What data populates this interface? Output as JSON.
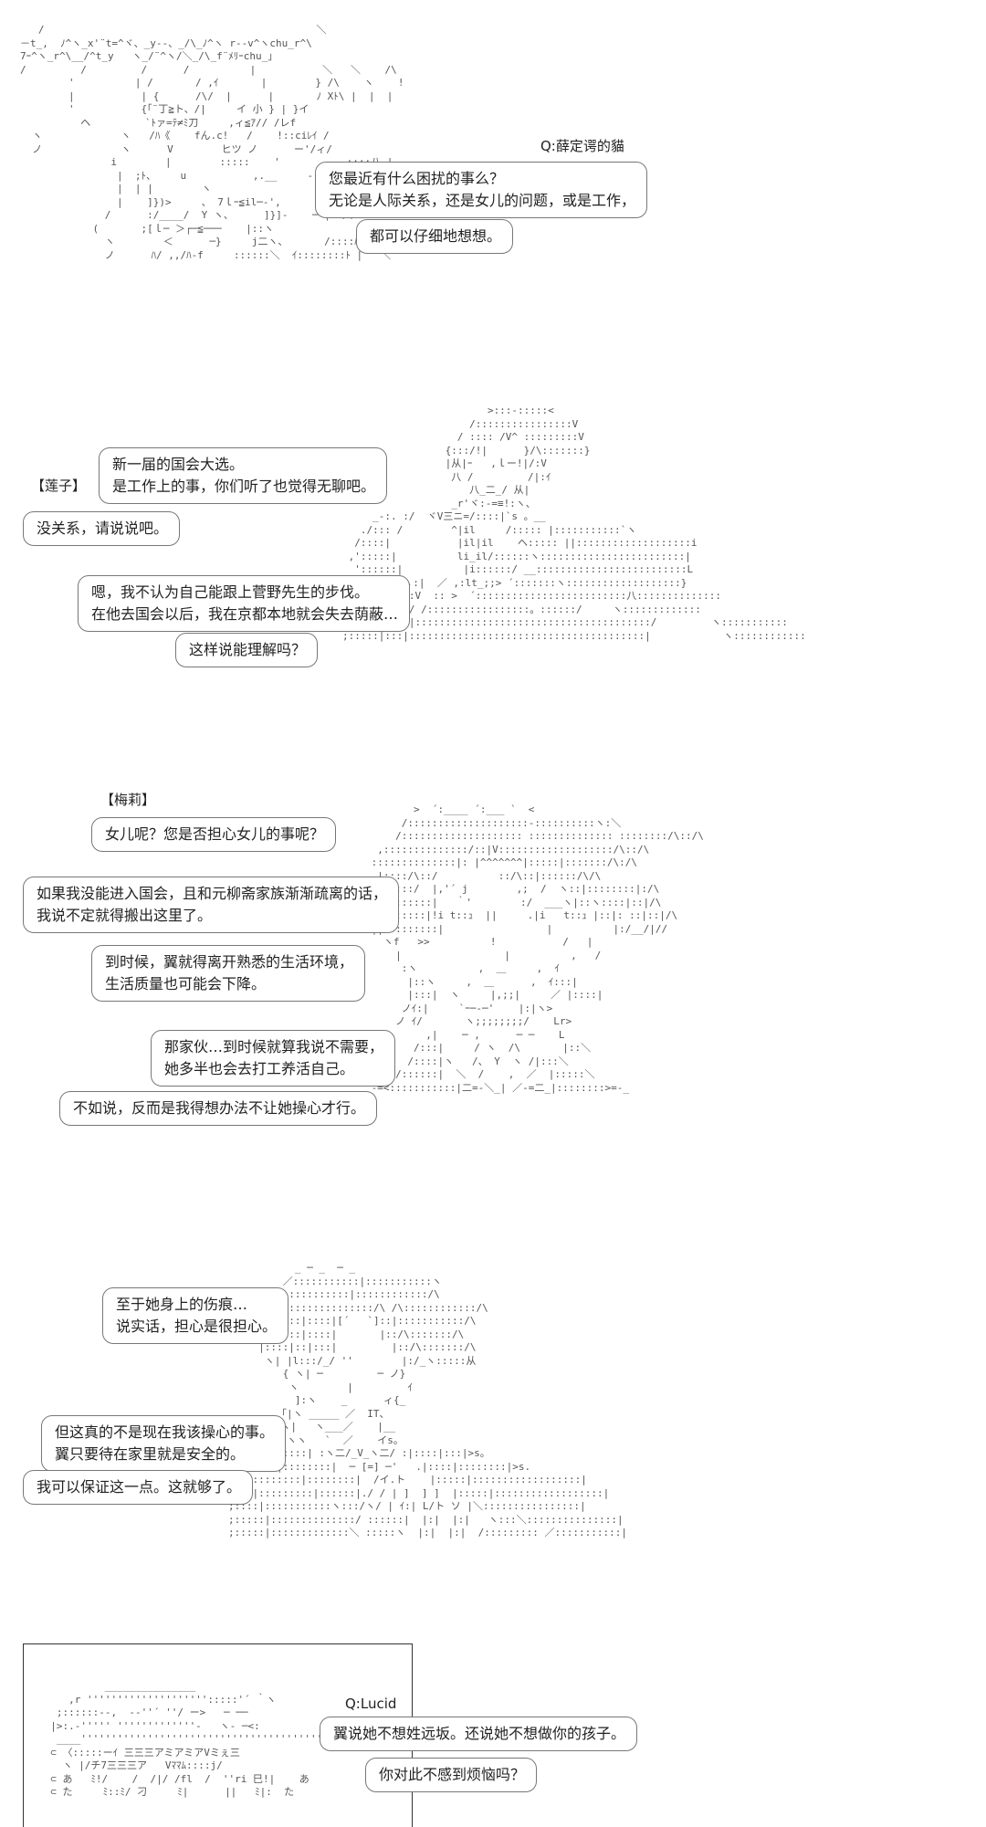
{
  "section1": {
    "speaker": "Q:薛定谔的貓",
    "q1": [
      "您最近有什么困扰的事么？",
      "无论是人际关系，还是女儿的问题，或是工作，"
    ],
    "q2": [
      "都可以仔细地想想。"
    ],
    "art": [
      "   /                                             ＼",
      "－t_,  ﾉ^ヽ_x'¨t=^ヾ、_y‐-、_/\\_ﾉ^ヽ r‐-v^ヽchu_r^\\",
      "7ｰ^ヽ_r^\\__/^t_y   ヽ_/¨^ヽ/＼_/\\_f¨ﾒﾘｰchu_」",
      "/         /         /      /          |           ＼   ＼    /\\",
      "        '          | /       / ,ｲ       |        } /\\    ヽ    !",
      "        |           | {      /\\/  |      |       ﾉ Xﾄ\\ |  |  |",
      "        '           {「¨丁≧ト、/|     イ 小 } | }イ",
      "          ヘ         `ﾄァ=ﾃ≠ﾐ刀     ,ィ≦ｱ// /レf",
      "  ヽ             ヽ   /ﾊ《    fん.c!   /    !::ciﾚｲ /",
      "  ノ             ヽ      V        ヒツ ノ      ー'/ィ/",
      "               i        |        :::::    '          ,::::八 |",
      "                |  ;ﾄ、    u           ,.__     -         ｲ    !",
      "                |  | |        ヽ                        <｢|     |",
      "                |    ]})>     、 7ｌｰ≦il─‐',      {",
      "              /      :/____/  Y ヽ、     ]}]-    ─‐┐  八",
      "            (       ;[ｌ─ ＞┌─≦───    |::ヽ",
      "              ヽ        ＜      ─}     j二ヽ、      /::::ﾊ ヽ",
      "              ノ      ﾊ/ ,,/ﾊ‐f     ::::::＼  ｲ::::::::ﾄ |   ＼"
    ]
  },
  "section2": {
    "tag_lianzi": "【莲子】",
    "b1": [
      "新一届的国会大选。",
      "是工作上的事，你们听了也觉得无聊吧。"
    ],
    "b2": [
      "没关系，请说说吧。"
    ],
    "b3": [
      "嗯，我不认为自己能跟上菅野先生的步伐。",
      "在他去国会以后，我在京都本地就会失去荫蔽…"
    ],
    "b4": [
      "这样说能理解吗？"
    ],
    "art": [
      "                        >:::-:::::<",
      "                     /::::::::::::::::V",
      "                   / :::: /V^ :::::::::V",
      "                 {:::/!|      }/\\:::::::}",
      "                 |从|ｰ   ,ｌー!|/:V",
      "                  八 /         /|:ｲ",
      "                     八_二_/ 从|",
      "                  _r'ヾ:-=≡!:ヽ、",
      "     _-:. :/  ヾV三ニ=/::::|`s 。__",
      "   ./::: /        ^|il     /::::: |:::::::::::`ヽ",
      "  /::::|           |il|il    ヘ::::: ||:::::::::::::::::::i",
      " ,':::::|          li_il/::::::ヽ::::::::::::::::::::::::|",
      "  '::::::|          |i::::::/ __:::::::::::::::::::::::::L",
      "  :::|::::ヽ:|  ／ ,:lt_;;> ´:::::::ヽ:::::::::::::::::::}",
      "  ;:::|:::::V  :: >  ´:::::::::::::::::::::::::八::::::::::::::",
      " ;:::|::::|/ /:::::::::::::::::。::::::/     ヽ:::::::::::::",
      " ;:::::|:::|:::::::::::::::::::::::::::::::::::::::/         ヽ:::::::::::",
      ";:::::|:::|:::::::::::::::::::::::::::::::::::::::|            ヽ::::::::::::"
    ]
  },
  "section3": {
    "tag_meili": "【梅莉】",
    "b1": [
      "女儿呢？您是否担心女儿的事呢？"
    ],
    "b2": [
      "如果我没能进入国会，且和元柳斋家族渐渐疏离的话，",
      "我说不定就得搬出这里了。"
    ],
    "b3": [
      "到时候，翼就得离开熟悉的生活环境，",
      "生活质量也可能会下降。"
    ],
    "b4": [
      "那家伙…到时候就算我说不需要，",
      "她多半也会去打工养活自己。"
    ],
    "b5": [
      "不如说，反而是我得想办法不让她操心才行。"
    ],
    "art": [
      "        >  ´:____ ´:___ `  <",
      "      /::::::::::::::::::::-::::::::::ヽ:＼",
      "     /:::::::::::::::::::: :::::::::::::: ::::::::/\\::/\\",
      "  ,::::::::::::::/::|V:::::::::::::::::::/\\::/\\",
      " ::::::::::::::|: |^^^^^^^|:::::|:::::::/\\:/\\",
      "  |::::/\\::/          ::/\\::|::::::/\\/\\",
      "  |:::::/  |,'´ j        ,;  /  ヽ::|::::::::|:/\\",
      "  |::::::::|   ｀'        :/  ___ヽ|::ヽ::::|::|/\\",
      " |l|::::::|!i t::ｭ  ||     .|i   t::ｭ |::|: ::|::|/\\",
      " ||l::::::::|                 |          |:/__/|//",
      "   ヽf   >>          !           /   |",
      "     |                 |          ,   /",
      "      :ヽ          ,  ＿     ,  ｲ",
      "       |::ヽ     ,  ＿      ,  ｲ:::|",
      "       |:::|  ヽ     |,;;|     ／ |::::|",
      "      ノｲ:|     `ｰ─‐─'    |:|ヽ>",
      "     ノ ｲ/       ヽ;;;;;;;;/    Lr>",
      "          ,|    ─ ,      ─ ─    L",
      "        /:::|     / ヽ  /\\       |::＼",
      "       /::::|ヽ   /、 Y  ヽ /|:::＼",
      "     /::::::|  ＼  /    ,  ／  |:::::＼",
      "_-=<:::::::::::|二=-＼_| ／-=二_|::::::::>=-_"
    ]
  },
  "section4": {
    "b1": [
      "至于她身上的伤痕…",
      "说实话，担心是很担心。"
    ],
    "b2": [
      "但这真的不是现在我该操心的事。",
      "翼只要待在家里就是安全的。"
    ],
    "b3": [
      "我可以保证这一点。这就够了。"
    ],
    "art": [
      "           _ ─ _  ─ _",
      "         ／:::::::::::|:::::::::::ヽ",
      "       /::::::::::::|::::::::::::/\\",
      "      /:::::::::::::::::/\\ /\\::::::::::::/\\",
      "     /::::::|::::|[´   `]::|:::::::::::/\\",
      "     |::::::|::::|       |::/\\:::::::/\\",
      "     |::::|::|:::|         |::/\\:::::::/\\",
      "      ヽ| |l:::/_/ ''        |:/_ヽ:::::从",
      "         { ヽ| ─         ─ ノ}",
      "          ヽ        |         ｲ",
      "           ]:ヽ    _      ィ{_",
      "        「|ヽ _____ ／  IT、",
      "       ｀ヽ|   ヽ___／    |__",
      "     。s<!ヽヽ   `  ／    イs。",
      "  s<::::|::::| :ヽ二/_V_ヽ二/ :|::::|:::|>s。",
      " |s<::::|::::::::|  ─ [=] ─'   .|::::|::::::::|>s.",
      "  ;:::::::::|::::::::|  /イ.ト    |:::::|::::::::::::::::::|",
      ";:::|:::::::::|::::::|./ / | ]  ] ]  |:::::|::::::::::::::::::|",
      ";::::|:::::::::::ヽ:::/ヽ/ | ｲ:| L/ト ソ |＼::::::::::::::::|",
      ";:::::|::::::::::::::/ ::::::|  |:|  |:|   ヽ:::＼:::::::::::::::|",
      ";:::::|:::::::::::::＼ :::::ヽ  |:|  |:|  /::::::::: ／:::::::::::|"
    ]
  },
  "section5": {
    "speaker": "Q:Lucid",
    "b1": [
      "翼说她不想姓远坂。还说她不想做你的孩子。"
    ],
    "b2": [
      "你对此不感到烦恼吗？"
    ],
    "art": [
      "           _______________",
      "     ,r '''''''''''''''''''':::::'´ ｀ヽ",
      "   ;::::::--,  --''´ ''/ ー>   ─ ──",
      "  |>:.-''''' '''''''''''''-   ヽ- ─<:",
      "   ____''''''''''''''''''''''''''''''''''''''''__:__",
      "  ⊂ 〈:::::ーｲ 三三三アミアミアVミぇ三",
      "    ヽ |/チ7三三三ア   Vﾏﾏﾑ::::j/",
      "  ⊂ あ   ﾐ!/    /  /|/ /fl  /  ''ri 巳!|    あ",
      "  ⊂ た     ﾐ::ﾐ/ 刁     ﾐ|      ||   ﾐ|:  た"
    ]
  }
}
